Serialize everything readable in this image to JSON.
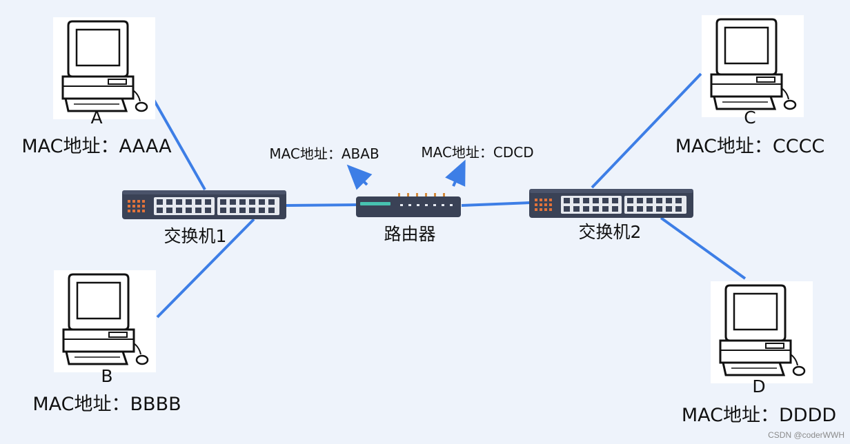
{
  "hosts": {
    "a": {
      "letter": "A",
      "mac": "MAC地址：AAAA"
    },
    "b": {
      "letter": "B",
      "mac": "MAC地址：BBBB"
    },
    "c": {
      "letter": "C",
      "mac": "MAC地址：CCCC"
    },
    "d": {
      "letter": "D",
      "mac": "MAC地址：DDDD"
    }
  },
  "switch1": {
    "label": "交换机1"
  },
  "switch2": {
    "label": "交换机2"
  },
  "router": {
    "label": "路由器",
    "iface_left": "MAC地址：ABAB",
    "iface_right": "MAC地址：CDCD"
  },
  "watermark": "CSDN @coderWWH",
  "colors": {
    "link": "#3d7ee6",
    "background": "#eef3fb",
    "device_body": "#3a4256"
  }
}
